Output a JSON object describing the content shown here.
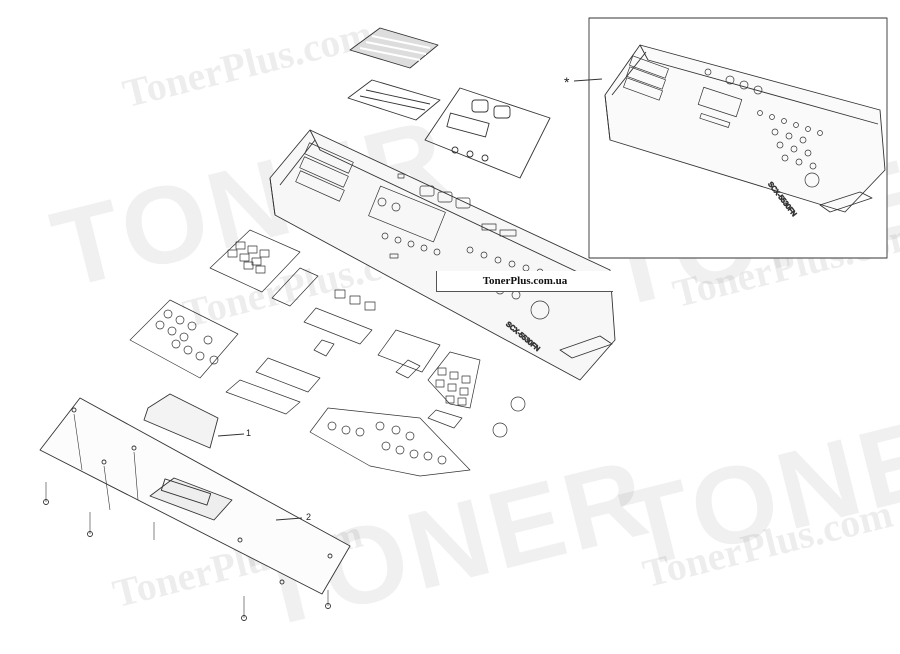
{
  "watermark": {
    "site": "TonerPlus.com",
    "brand": "TONER"
  },
  "label_box": {
    "text": "TonerPlus.com.ua"
  },
  "callouts": {
    "asterisk": "*",
    "part1": "1",
    "part2": "2"
  },
  "model_label": "SCX-5530FN"
}
